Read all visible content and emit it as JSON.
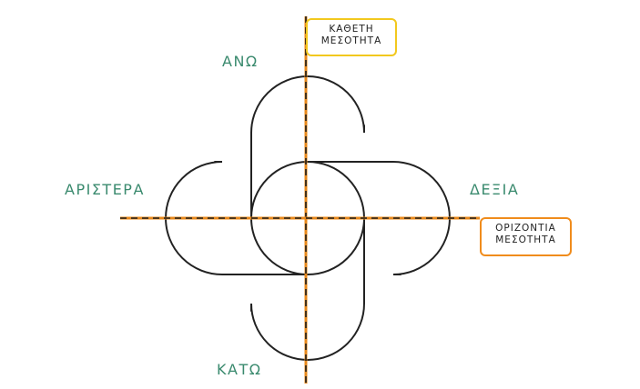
{
  "labels": {
    "up": "ΑΝΩ",
    "down": "ΚΑΤΩ",
    "left": "ΑΡΙΣΤΕΡΑ",
    "right": "ΔΕΞΙΑ"
  },
  "vertical_axis_box": {
    "line1": "ΚΑΘΕΤΗ",
    "line2": "ΜΕΣΟΤΗΤΑ"
  },
  "horizontal_axis_box": {
    "line1": "ΟΡΙΖΟΝΤΙΑ",
    "line2": "ΜΕΣΟΤΗΤΑ"
  },
  "colors": {
    "label_green": "#3a8a6e",
    "vertical_box_border": "#f2c81e",
    "horizontal_box_border": "#f08c1c",
    "axis_orange": "#e8881a",
    "axis_yellow": "#f2c81e",
    "stroke": "#222222"
  }
}
